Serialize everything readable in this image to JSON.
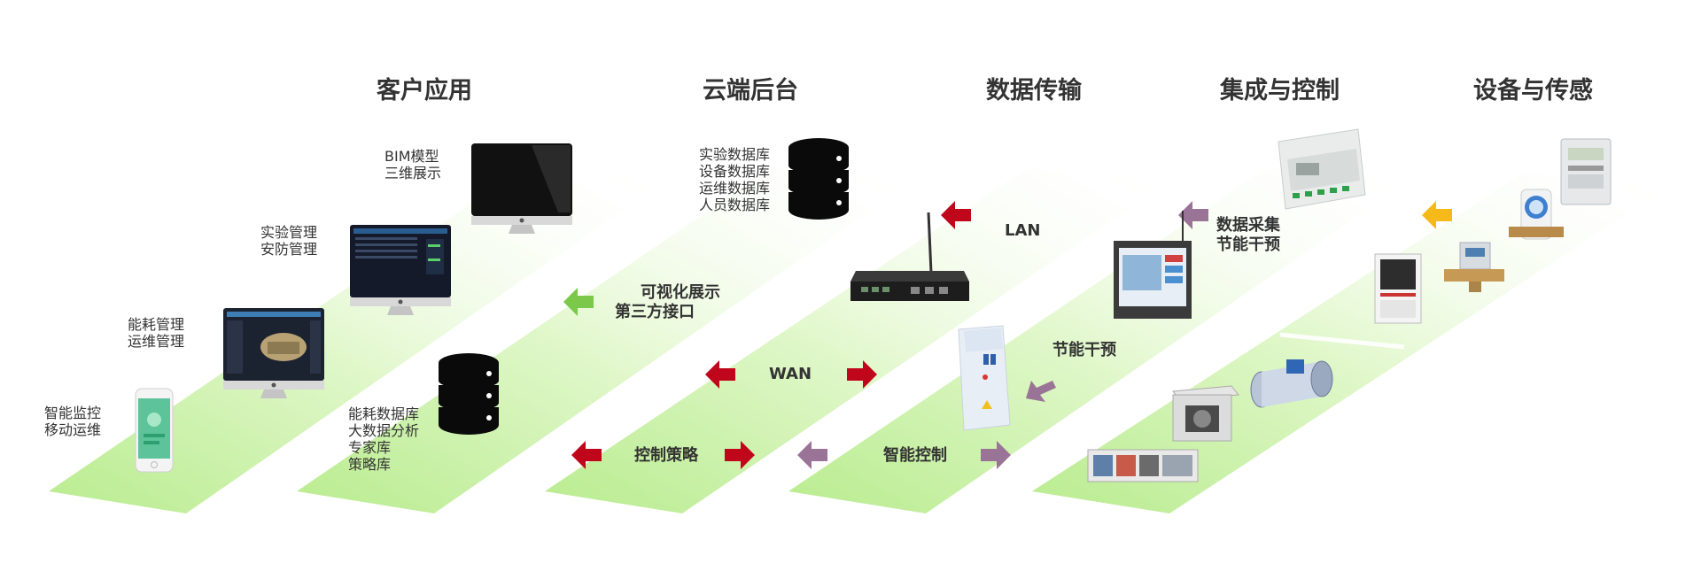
{
  "colors": {
    "band_green": "#c6f0a6",
    "arrow_red": "#c0061b",
    "arrow_purple": "#9a7496",
    "arrow_green": "#7cc84b",
    "arrow_yellow": "#f6b91a"
  },
  "columns": [
    {
      "title": "客户应用"
    },
    {
      "title": "云端后台"
    },
    {
      "title": "数据传输"
    },
    {
      "title": "集成与控制"
    },
    {
      "title": "设备与传感"
    }
  ],
  "client_apps": [
    {
      "lines": [
        "BIM模型",
        "三维展示"
      ],
      "device": "desktop-monitor-icon"
    },
    {
      "lines": [
        "实验管理",
        "安防管理"
      ],
      "device": "desktop-monitor-icon"
    },
    {
      "lines": [
        "能耗管理",
        "运维管理"
      ],
      "device": "desktop-monitor-icon"
    },
    {
      "lines": [
        "智能监控",
        "移动运维"
      ],
      "device": "smartphone-icon"
    }
  ],
  "cloud": {
    "db_top": [
      "实验数据库",
      "设备数据库",
      "运维数据库",
      "人员数据库"
    ],
    "db_bottom": [
      "能耗数据库",
      "大数据分析",
      "专家库",
      "策略库"
    ],
    "visual": [
      "可视化展示",
      "第三方接口"
    ]
  },
  "transfer": {
    "lan": "LAN",
    "wan": "WAN",
    "control_strategy": "控制策略",
    "smart_control": "智能控制"
  },
  "integration": {
    "collect": [
      "数据采集",
      "节能干预"
    ],
    "intervene": "节能干预"
  },
  "icons": [
    "database-icon",
    "router-icon",
    "touch-panel-icon",
    "dinrail-controller-icon",
    "control-cabinet-icon",
    "electric-meter-icon",
    "water-meter-icon",
    "flow-meter-icon",
    "lab-fume-hood-icon",
    "air-valve-icon",
    "fan-box-icon",
    "air-handler-icon"
  ]
}
